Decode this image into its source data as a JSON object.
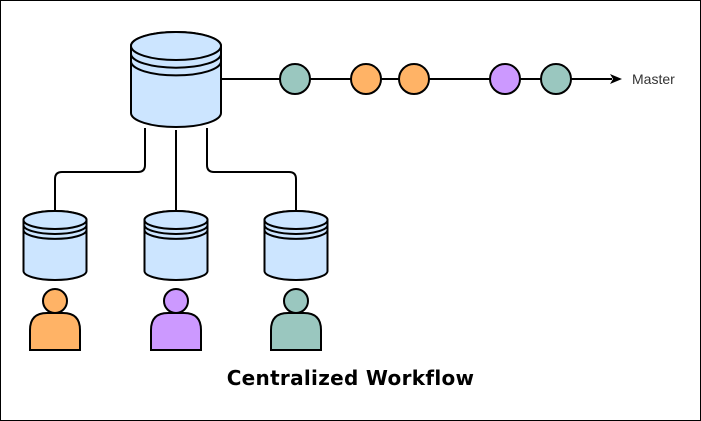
{
  "title": "Centralized Workflow",
  "branch": {
    "label": "Master",
    "commits": [
      {
        "id": "c1",
        "color": "#9AC7BF"
      },
      {
        "id": "c2",
        "color": "#FFB366"
      },
      {
        "id": "c3",
        "color": "#FFB366"
      },
      {
        "id": "c4",
        "color": "#CC99FF"
      },
      {
        "id": "c5",
        "color": "#9AC7BF"
      }
    ]
  },
  "central_repository": {
    "name": "central-repository",
    "fill": "#CCE5FF"
  },
  "developers": [
    {
      "name": "developer-1",
      "repo_fill": "#CCE5FF",
      "user_color": "#FFB366"
    },
    {
      "name": "developer-2",
      "repo_fill": "#CCE5FF",
      "user_color": "#CC99FF"
    },
    {
      "name": "developer-3",
      "repo_fill": "#CCE5FF",
      "user_color": "#9AC7BF"
    }
  ],
  "colors": {
    "stroke": "#000000",
    "background": "#FFFFFF"
  }
}
